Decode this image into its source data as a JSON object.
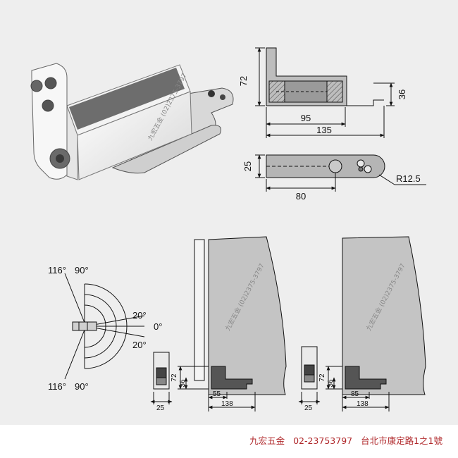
{
  "watermark": "九宏五金 (02)2375-3797",
  "footer": {
    "brand": "九宏五金",
    "phone": "02-23753797",
    "address": "台北市康定路1之1號"
  },
  "top_drawing": {
    "height": "72",
    "depth": "36",
    "length_inner": "95",
    "length_total": "135",
    "width": "25",
    "pivot_distance": "80",
    "radius": "R12.5"
  },
  "angle_diagram": {
    "angle_116_top": "116°",
    "angle_90_top": "90°",
    "angle_20_top": "20°",
    "angle_0": "0°",
    "angle_20_bottom": "20°",
    "angle_116_bottom": "116°",
    "angle_90_bottom": "90°"
  },
  "install_left": {
    "height": "72",
    "depth": "36",
    "width": "25",
    "offset": "55",
    "length": "138"
  },
  "install_right": {
    "height": "72",
    "depth": "36",
    "width": "25",
    "offset": "85",
    "length": "138"
  },
  "colors": {
    "background": "#eeeeee",
    "footer_text": "#b0282b",
    "line": "#111111",
    "metal_shade": "#8a8a8a"
  }
}
